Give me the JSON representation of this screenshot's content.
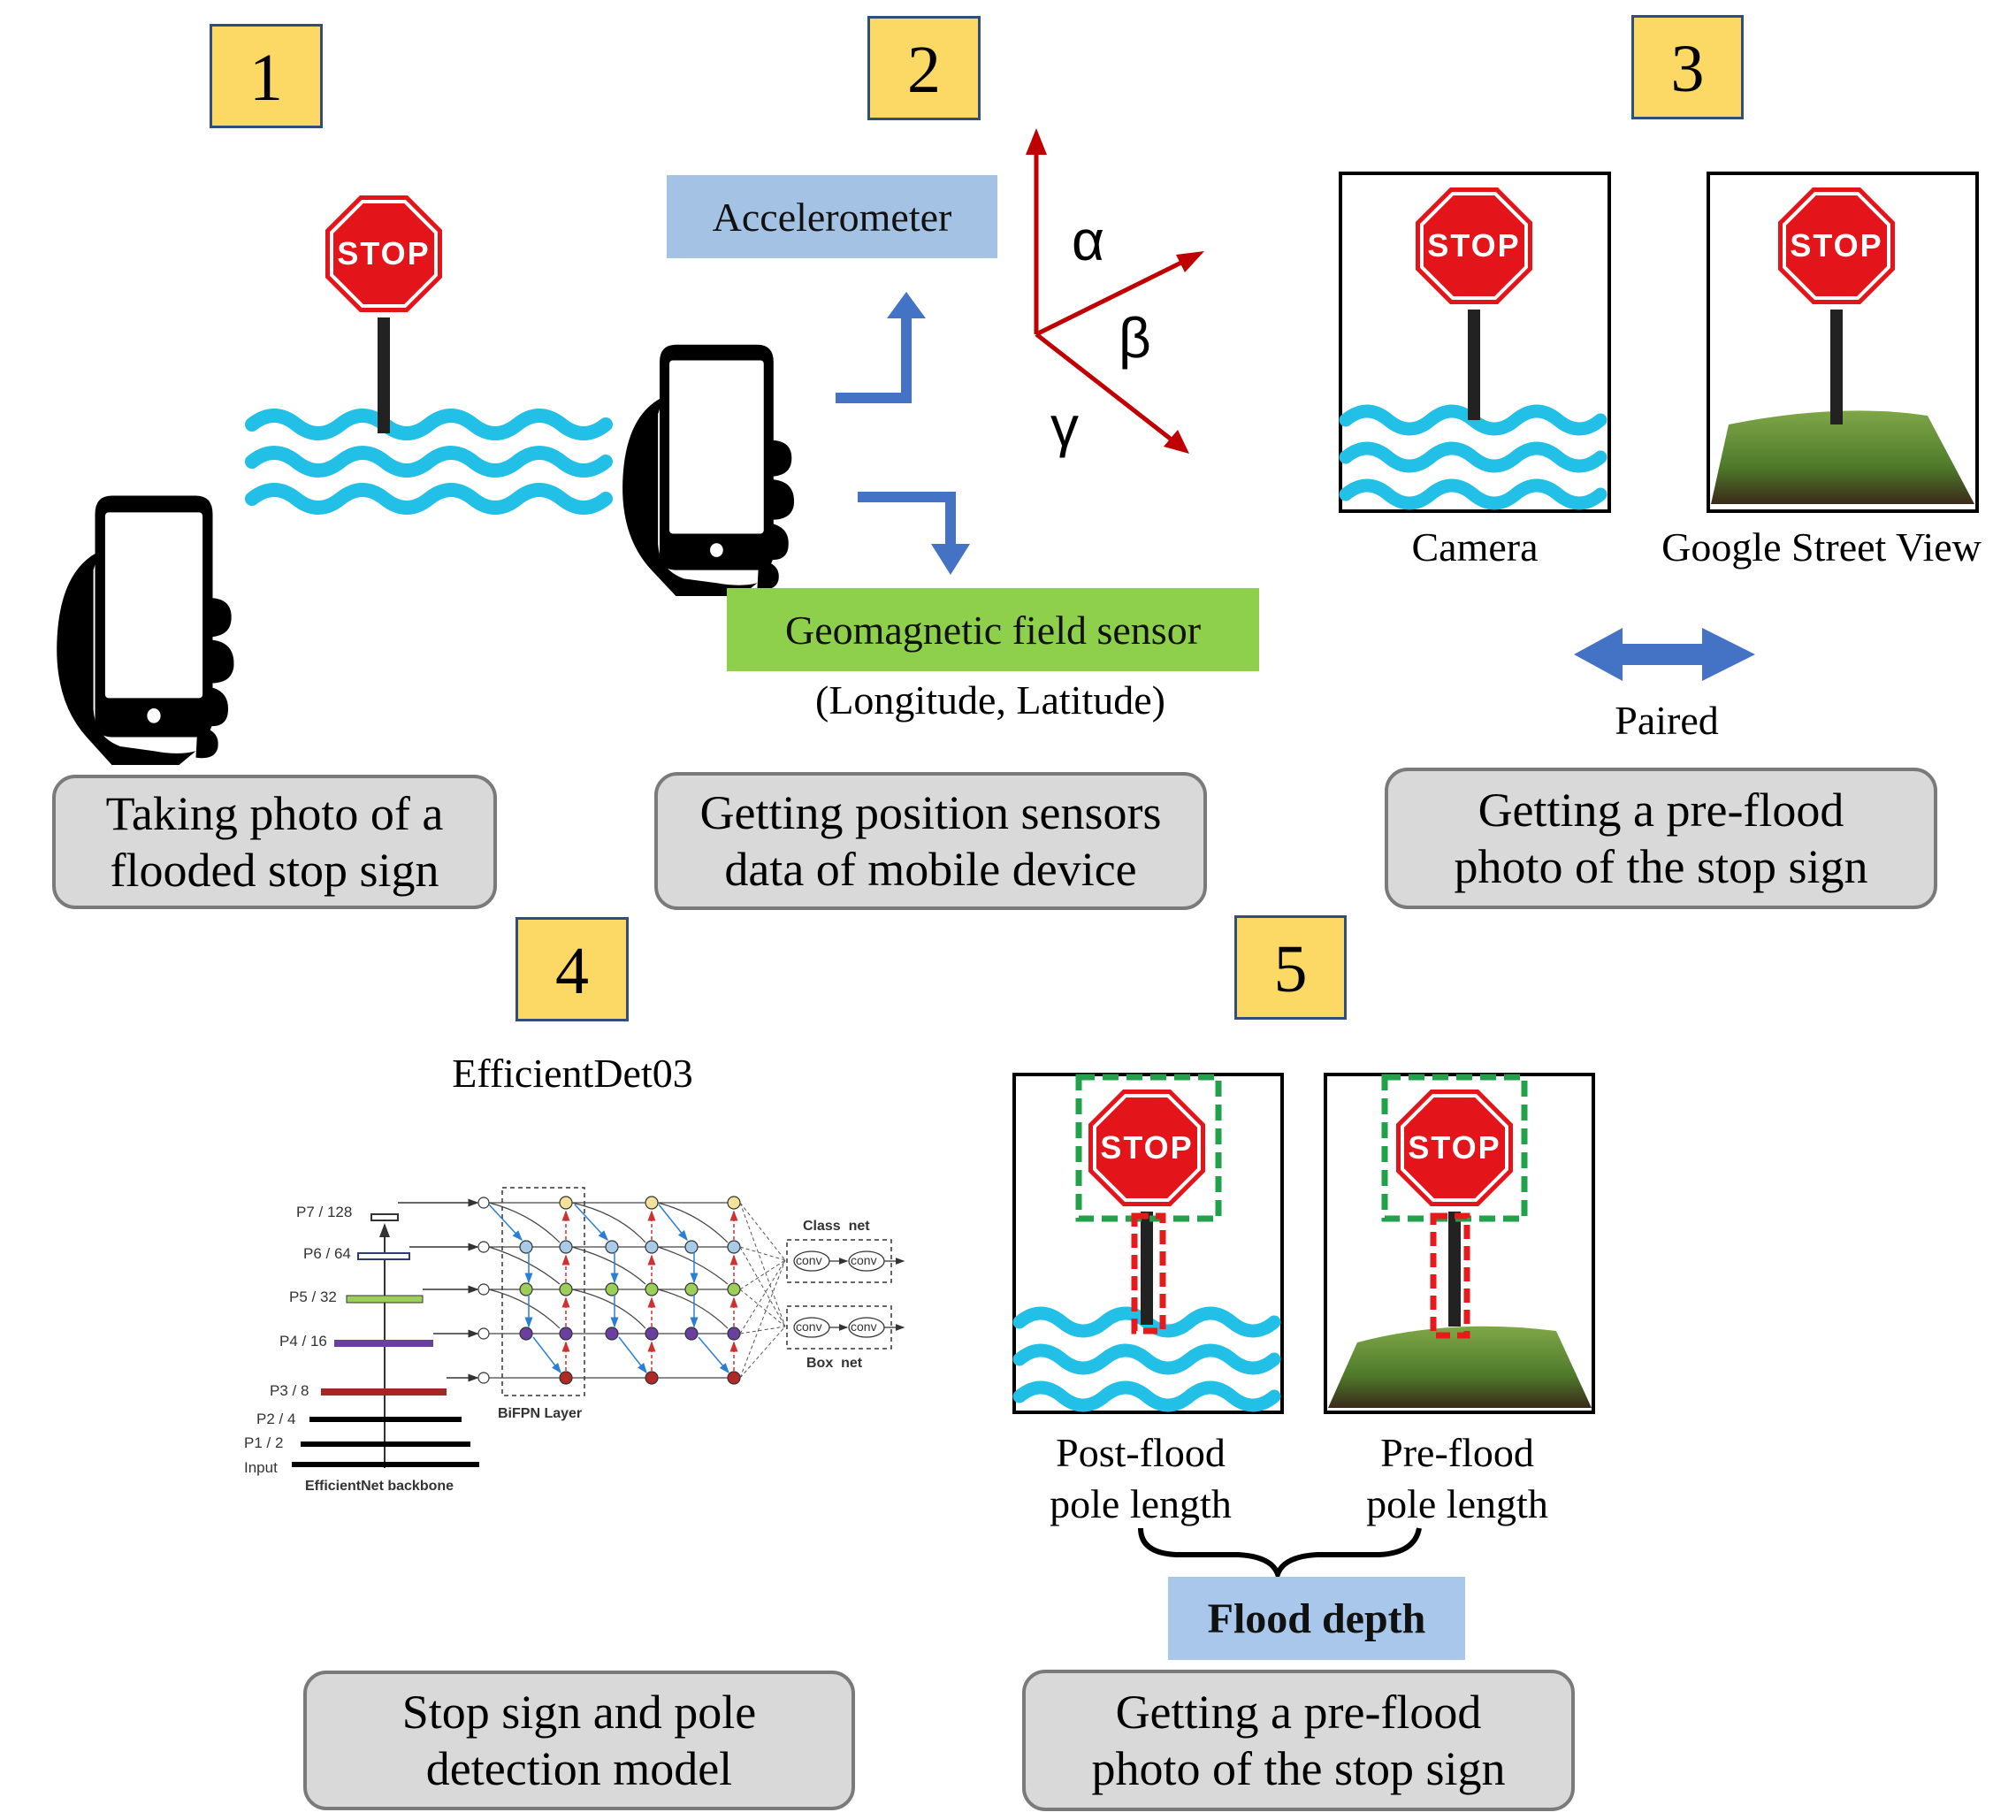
{
  "steps": [
    {
      "number": "1",
      "caption_line1": "Taking photo of a",
      "caption_line2": "flooded stop sign"
    },
    {
      "number": "2",
      "caption_line1": "Getting position sensors",
      "caption_line2": "data of mobile device"
    },
    {
      "number": "3",
      "caption_line1": "Getting a pre-flood",
      "caption_line2": "photo of the stop sign"
    },
    {
      "number": "4",
      "caption_line1": "Stop sign and pole",
      "caption_line2": "detection model"
    },
    {
      "number": "5",
      "caption_line1": "Getting a pre-flood",
      "caption_line2": "photo of the stop sign"
    }
  ],
  "stop_text": "STOP",
  "panel2": {
    "accelerometer": "Accelerometer",
    "geomagnetic": "Geomagnetic field sensor",
    "coords": "(Longitude, Latitude)",
    "alpha": "α",
    "beta": "β",
    "gamma": "γ"
  },
  "panel3": {
    "camera": "Camera",
    "street_view": "Google Street View",
    "paired": "Paired"
  },
  "panel4": {
    "title": "EfficientDet03",
    "levels": [
      "P7 / 128",
      "P6 / 64",
      "P5 / 32",
      "P4 / 16",
      "P3 / 8",
      "P2 / 4",
      "P1 / 2",
      "Input"
    ],
    "backbone": "EfficientNet backbone",
    "bifpn": "BiFPN Layer",
    "class_net": "Class  net",
    "box_net": "Box  net",
    "conv": "conv"
  },
  "panel5": {
    "post_line1": "Post-flood",
    "post_line2": "pole length",
    "pre_line1": "Pre-flood",
    "pre_line2": "pole length",
    "flood_depth": "Flood depth"
  },
  "colors": {
    "number_box": "#fcd865",
    "accelerometer_box": "#a4c2e4",
    "geomagnetic_box": "#8ed04c",
    "flood_depth_box": "#a9c7ea",
    "water": "#22bfe6",
    "stop_red": "#e3151a",
    "arrow_blue": "#4472c4",
    "axis_red": "#c00000"
  },
  "icons": [
    "stop-sign-icon",
    "phone-in-hand-icon",
    "water-waves-icon",
    "grass-patch-icon",
    "double-arrow-icon",
    "axis-arrows-icon"
  ]
}
